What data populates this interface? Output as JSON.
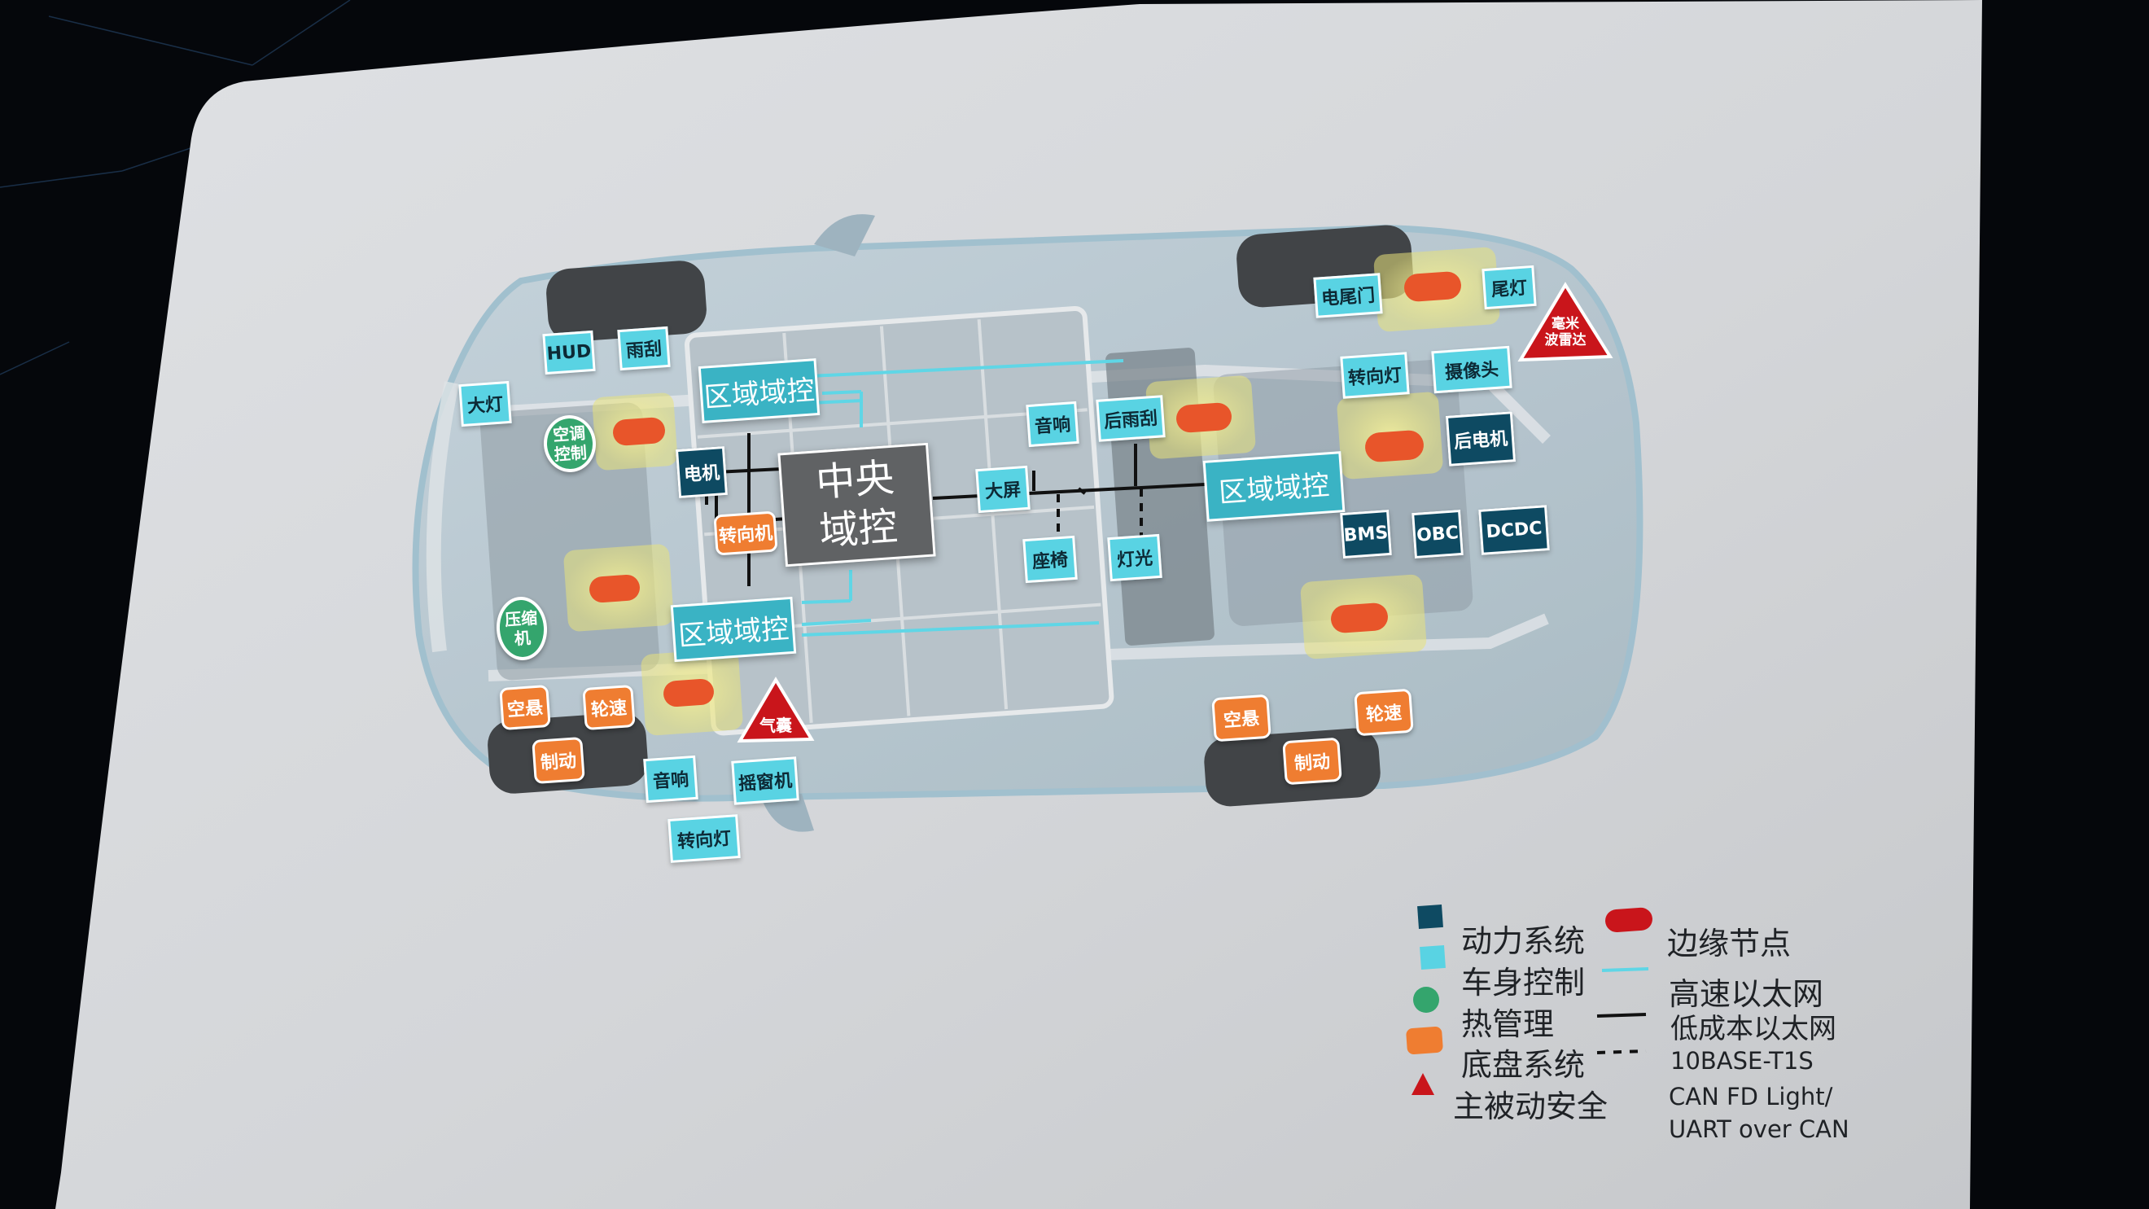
{
  "colors": {
    "power": "#0e4a62",
    "body": "#59d3e3",
    "thermal": "#34a56d",
    "chassis": "#ef7d31",
    "safety": "#c9151b",
    "edge_node": "#e8552a",
    "high_speed_ethernet": "#5fd6e6",
    "low_cost_ethernet": "#111111"
  },
  "central": {
    "label": "中央\n域控"
  },
  "zones": {
    "front_upper": "区域域控",
    "front_lower": "区域域控",
    "rear": "区域域控"
  },
  "power_units": {
    "motor": "电机",
    "rear_motor": "后电机",
    "bms": "BMS",
    "obc": "OBC",
    "dcdc": "DCDC"
  },
  "body_units": {
    "hud": "HUD",
    "front_wiper": "雨刮",
    "headlight": "大灯",
    "speaker_center": "音响",
    "rear_wiper": "后雨刮",
    "big_screen": "大屏",
    "seat": "座椅",
    "lighting": "灯光",
    "power_tailgate": "电尾门",
    "taillight": "尾灯",
    "turn_signal_rear": "转向灯",
    "camera": "摄像头",
    "speaker_front": "音响",
    "window_lifter": "摇窗机",
    "turn_signal_front": "转向灯"
  },
  "thermal_units": {
    "ac_control": "空调\n控制",
    "compressor": "压缩\n机"
  },
  "chassis_units": {
    "steering": "转向机",
    "air_susp_front": "空悬",
    "wheel_speed_front": "轮速",
    "brake_front": "制动",
    "air_susp_rear": "空悬",
    "wheel_speed_rear": "轮速",
    "brake_rear": "制动"
  },
  "safety_units": {
    "radar": "毫米\n波雷达",
    "airbag": "气囊"
  },
  "legend": {
    "power": "动力系统",
    "body": "车身控制",
    "thermal": "热管理",
    "chassis": "底盘系统",
    "safety": "主被动安全",
    "edge_node": "边缘节点",
    "high_speed": "高速以太网",
    "low_cost": "低成本以太网",
    "t1s": "10BASE-T1S",
    "can_line1": "CAN FD Light/",
    "can_line2": "UART over CAN"
  }
}
